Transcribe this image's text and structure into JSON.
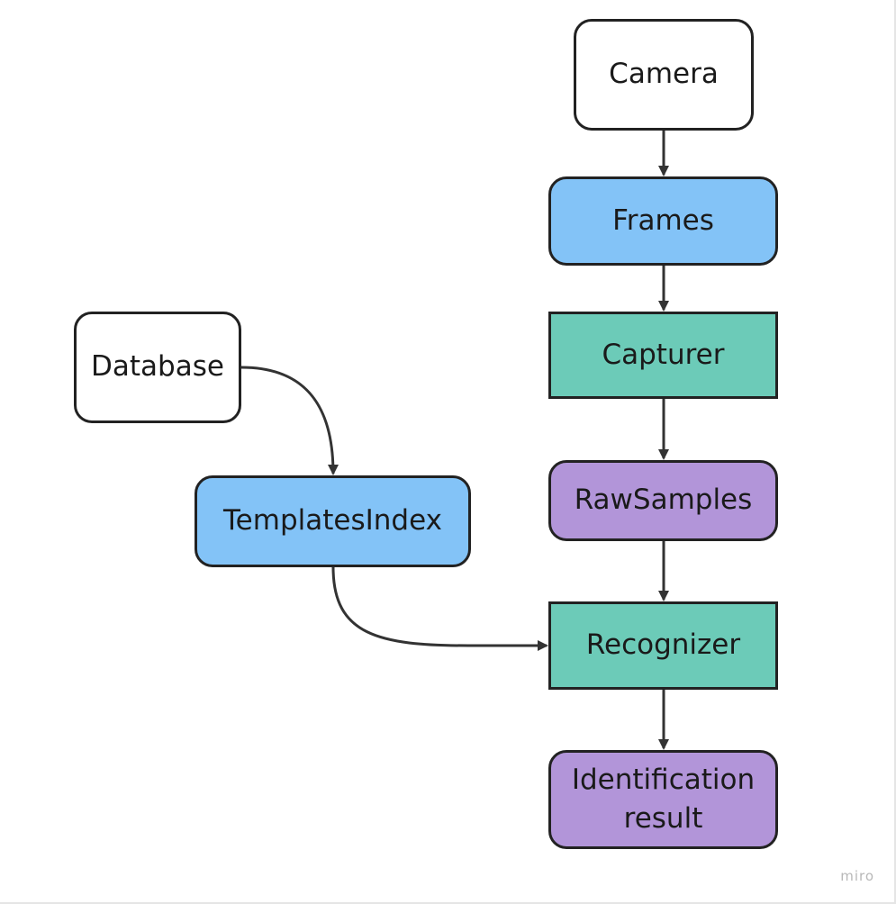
{
  "diagram": {
    "nodes": [
      {
        "id": "camera",
        "label": "Camera",
        "fill": "#ffffff",
        "shape": "rounded"
      },
      {
        "id": "frames",
        "label": "Frames",
        "fill": "#83c3f7",
        "shape": "rounded"
      },
      {
        "id": "capturer",
        "label": "Capturer",
        "fill": "#6ccbb8",
        "shape": "square"
      },
      {
        "id": "rawsamples",
        "label": "RawSamples",
        "fill": "#b295d9",
        "shape": "rounded"
      },
      {
        "id": "recognizer",
        "label": "Recognizer",
        "fill": "#6ccbb8",
        "shape": "square"
      },
      {
        "id": "identification",
        "label": "Identification\nresult",
        "fill": "#b295d9",
        "shape": "rounded"
      },
      {
        "id": "database",
        "label": "Database",
        "fill": "#ffffff",
        "shape": "rounded"
      },
      {
        "id": "templatesindex",
        "label": "TemplatesIndex",
        "fill": "#83c3f7",
        "shape": "rounded"
      }
    ],
    "edges": [
      {
        "from": "camera",
        "to": "frames"
      },
      {
        "from": "frames",
        "to": "capturer"
      },
      {
        "from": "capturer",
        "to": "rawsamples"
      },
      {
        "from": "rawsamples",
        "to": "recognizer"
      },
      {
        "from": "recognizer",
        "to": "identification"
      },
      {
        "from": "database",
        "to": "templatesindex"
      },
      {
        "from": "templatesindex",
        "to": "recognizer"
      }
    ],
    "edge_color": "#333333",
    "border_color": "#222222"
  },
  "watermark": "miro"
}
